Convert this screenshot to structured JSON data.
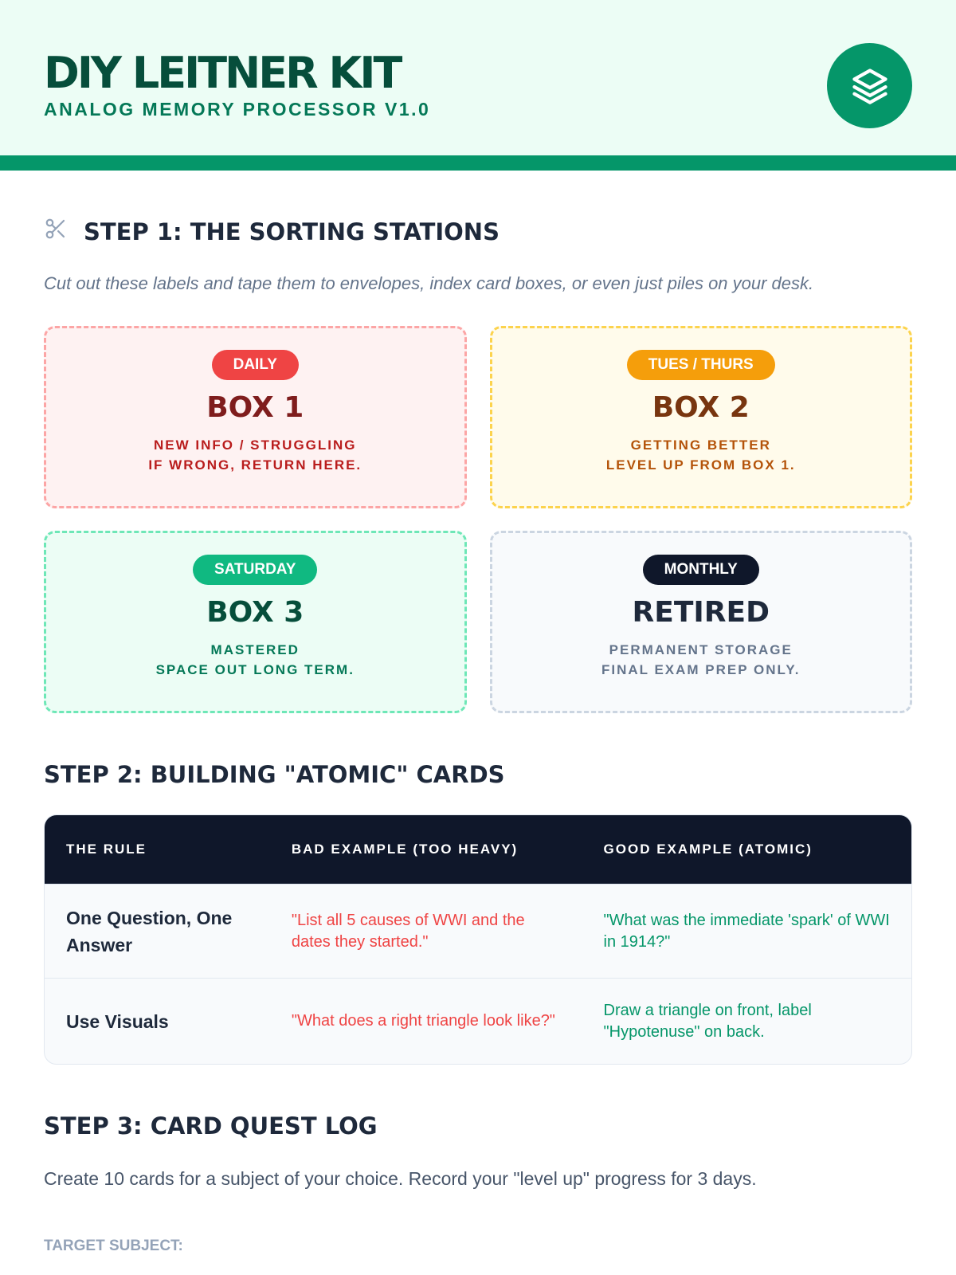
{
  "header": {
    "title": "DIY LEITNER KIT",
    "subtitle": "ANALOG MEMORY PROCESSOR V1.0",
    "icon": "layers-icon"
  },
  "step1": {
    "title": "STEP 1: THE SORTING STATIONS",
    "intro": "Cut out these labels and tape them to envelopes, index card boxes, or even just piles on your desk.",
    "boxes": [
      {
        "tag": "DAILY",
        "name": "BOX 1",
        "line1": "NEW INFO / STRUGGLING",
        "line2": "IF WRONG, RETURN HERE."
      },
      {
        "tag": "TUES / THURS",
        "name": "BOX 2",
        "line1": "GETTING BETTER",
        "line2": "LEVEL UP FROM BOX 1."
      },
      {
        "tag": "SATURDAY",
        "name": "BOX 3",
        "line1": "MASTERED",
        "line2": "SPACE OUT LONG TERM."
      },
      {
        "tag": "MONTHLY",
        "name": "RETIRED",
        "line1": "PERMANENT STORAGE",
        "line2": "FINAL EXAM PREP ONLY."
      }
    ]
  },
  "step2": {
    "title": "STEP 2: BUILDING \"ATOMIC\" CARDS",
    "headers": [
      "THE RULE",
      "BAD EXAMPLE (TOO HEAVY)",
      "GOOD EXAMPLE (ATOMIC)"
    ],
    "rows": [
      {
        "rule": "One Question, One Answer",
        "bad": "\"List all 5 causes of WWI and the dates they started.\"",
        "good": "\"What was the immediate 'spark' of WWI in 1914?\""
      },
      {
        "rule": "Use Visuals",
        "bad": "\"What does a right triangle look like?\"",
        "good": "Draw a triangle on front, label \"Hypotenuse\" on back."
      }
    ]
  },
  "step3": {
    "title": "STEP 3: CARD QUEST LOG",
    "text": "Create 10 cards for a subject of your choice. Record your \"level up\" progress for 3 days.",
    "target_label": "TARGET SUBJECT:"
  }
}
